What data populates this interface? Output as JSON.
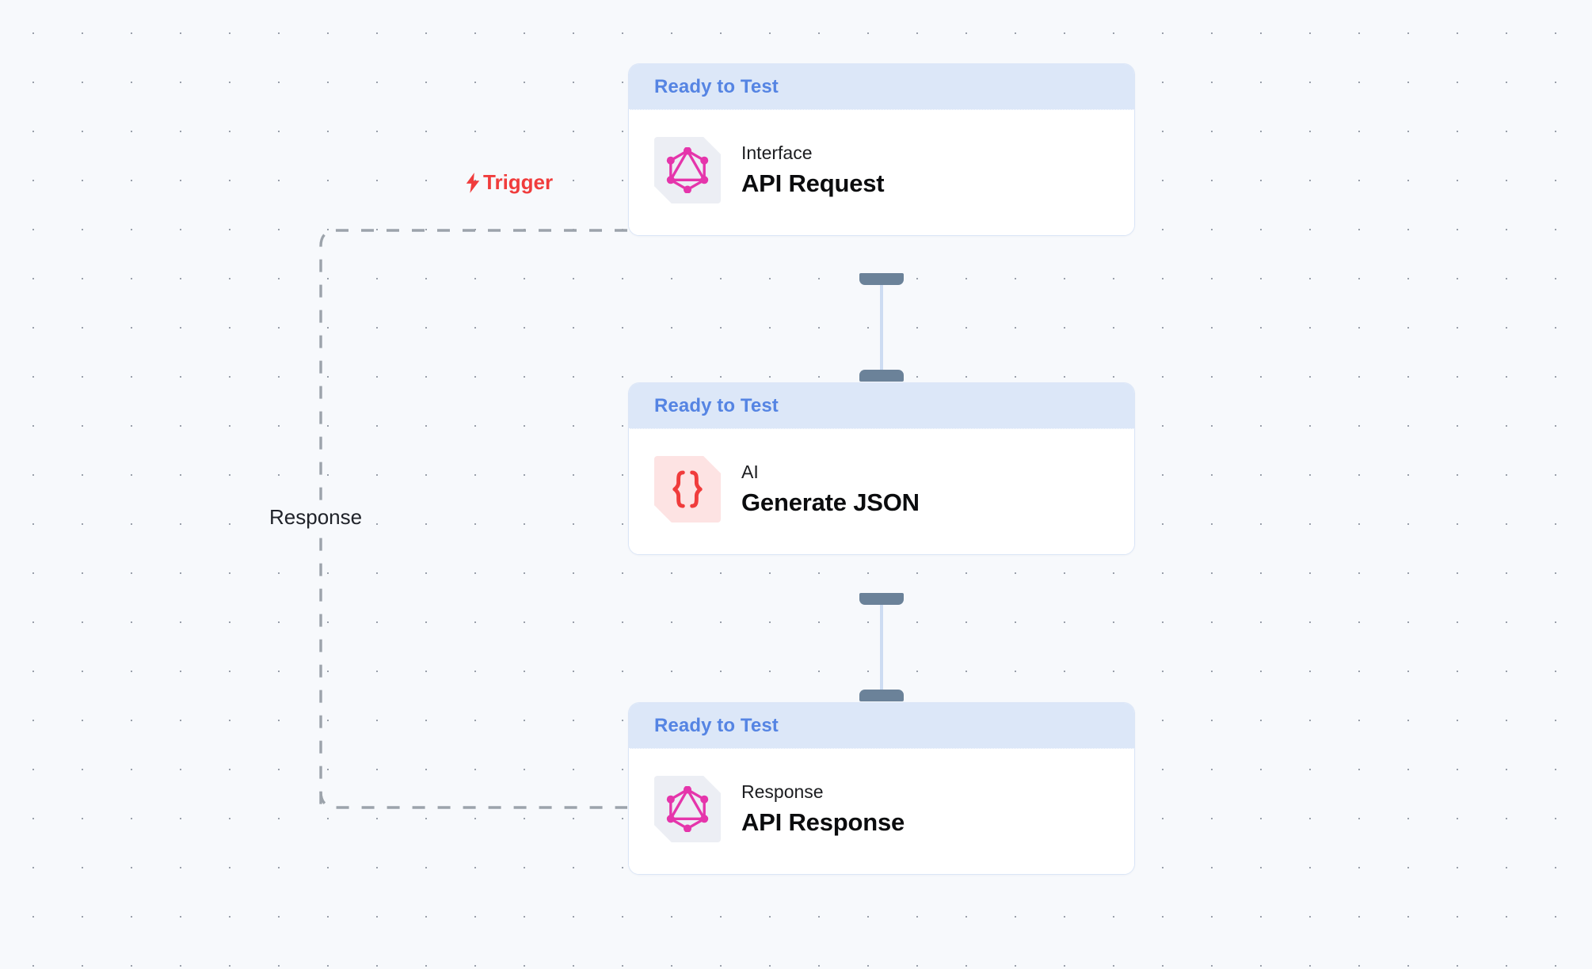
{
  "canvas": {
    "background_color": "#f7f9fc",
    "dot_color": "#9aa0ab",
    "grid_spacing": 62
  },
  "theme": {
    "status_header_bg": "#dce7f8",
    "status_text_color": "#5584e3",
    "card_border": "#dbe6f7",
    "handle_color": "#6b8299",
    "edge_line_color": "#cddcf2",
    "dashed_edge_color": "#9ca3ab",
    "trigger_color": "#f03c3c",
    "graphql_pink": "#e535ab",
    "json_red": "#f03c3c",
    "graphql_tile_bg": "#eceef4",
    "json_tile_bg": "#fde3e3"
  },
  "edge_labels": [
    {
      "id": "trigger",
      "text": "Trigger",
      "icon": "lightning-bolt-icon",
      "color": "#f03c3c"
    },
    {
      "id": "response",
      "text": "Response",
      "icon": null,
      "color": "#20232a"
    }
  ],
  "nodes": [
    {
      "id": "api-request",
      "status": "Ready to Test",
      "kind": "Interface",
      "title": "API Request",
      "icon": "graphql-icon",
      "icon_style": "graphql"
    },
    {
      "id": "generate-json",
      "status": "Ready to Test",
      "kind": "AI",
      "title": "Generate JSON",
      "icon": "curly-braces-icon",
      "icon_style": "json"
    },
    {
      "id": "api-response",
      "status": "Ready to Test",
      "kind": "Response",
      "title": "API Response",
      "icon": "graphql-icon",
      "icon_style": "graphql"
    }
  ]
}
